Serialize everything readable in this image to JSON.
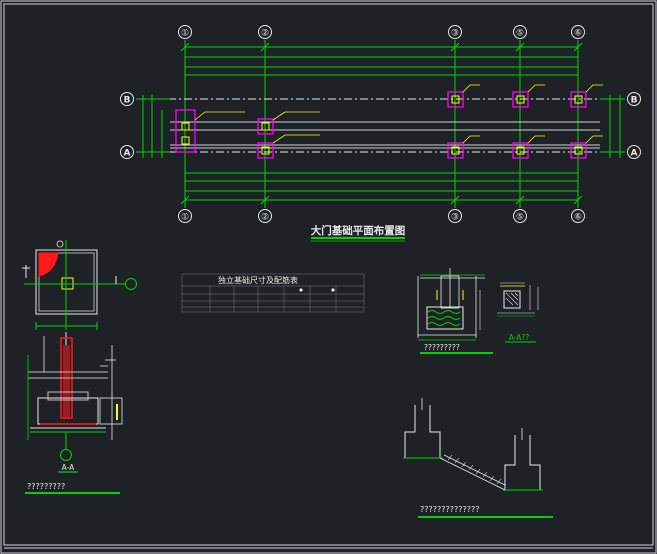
{
  "drawing": {
    "plan_title": "大门基础平面布置图",
    "table_title": "独立基础尺寸及配筋表",
    "section_label": "A-A",
    "detail_label": "A-A??",
    "caption_left": "?????????",
    "caption_mid": "?????????",
    "caption_right": "??????????????",
    "axis_top": [
      "①",
      "②",
      "③",
      "⑤",
      "⑥"
    ],
    "axis_bottom": [
      "①",
      "②",
      "③",
      "⑤",
      "⑥"
    ],
    "row_left": [
      "B",
      "A"
    ],
    "row_right": [
      "B",
      "A"
    ]
  },
  "colors": {
    "background": "#1e2227",
    "frame": "#cfd3d8",
    "green": "#00d400",
    "white": "#e8e8e8",
    "magenta": "#ff00ff",
    "yellow": "#ffff00",
    "red": "#ff1a1a",
    "cyan": "#00e5e5"
  }
}
